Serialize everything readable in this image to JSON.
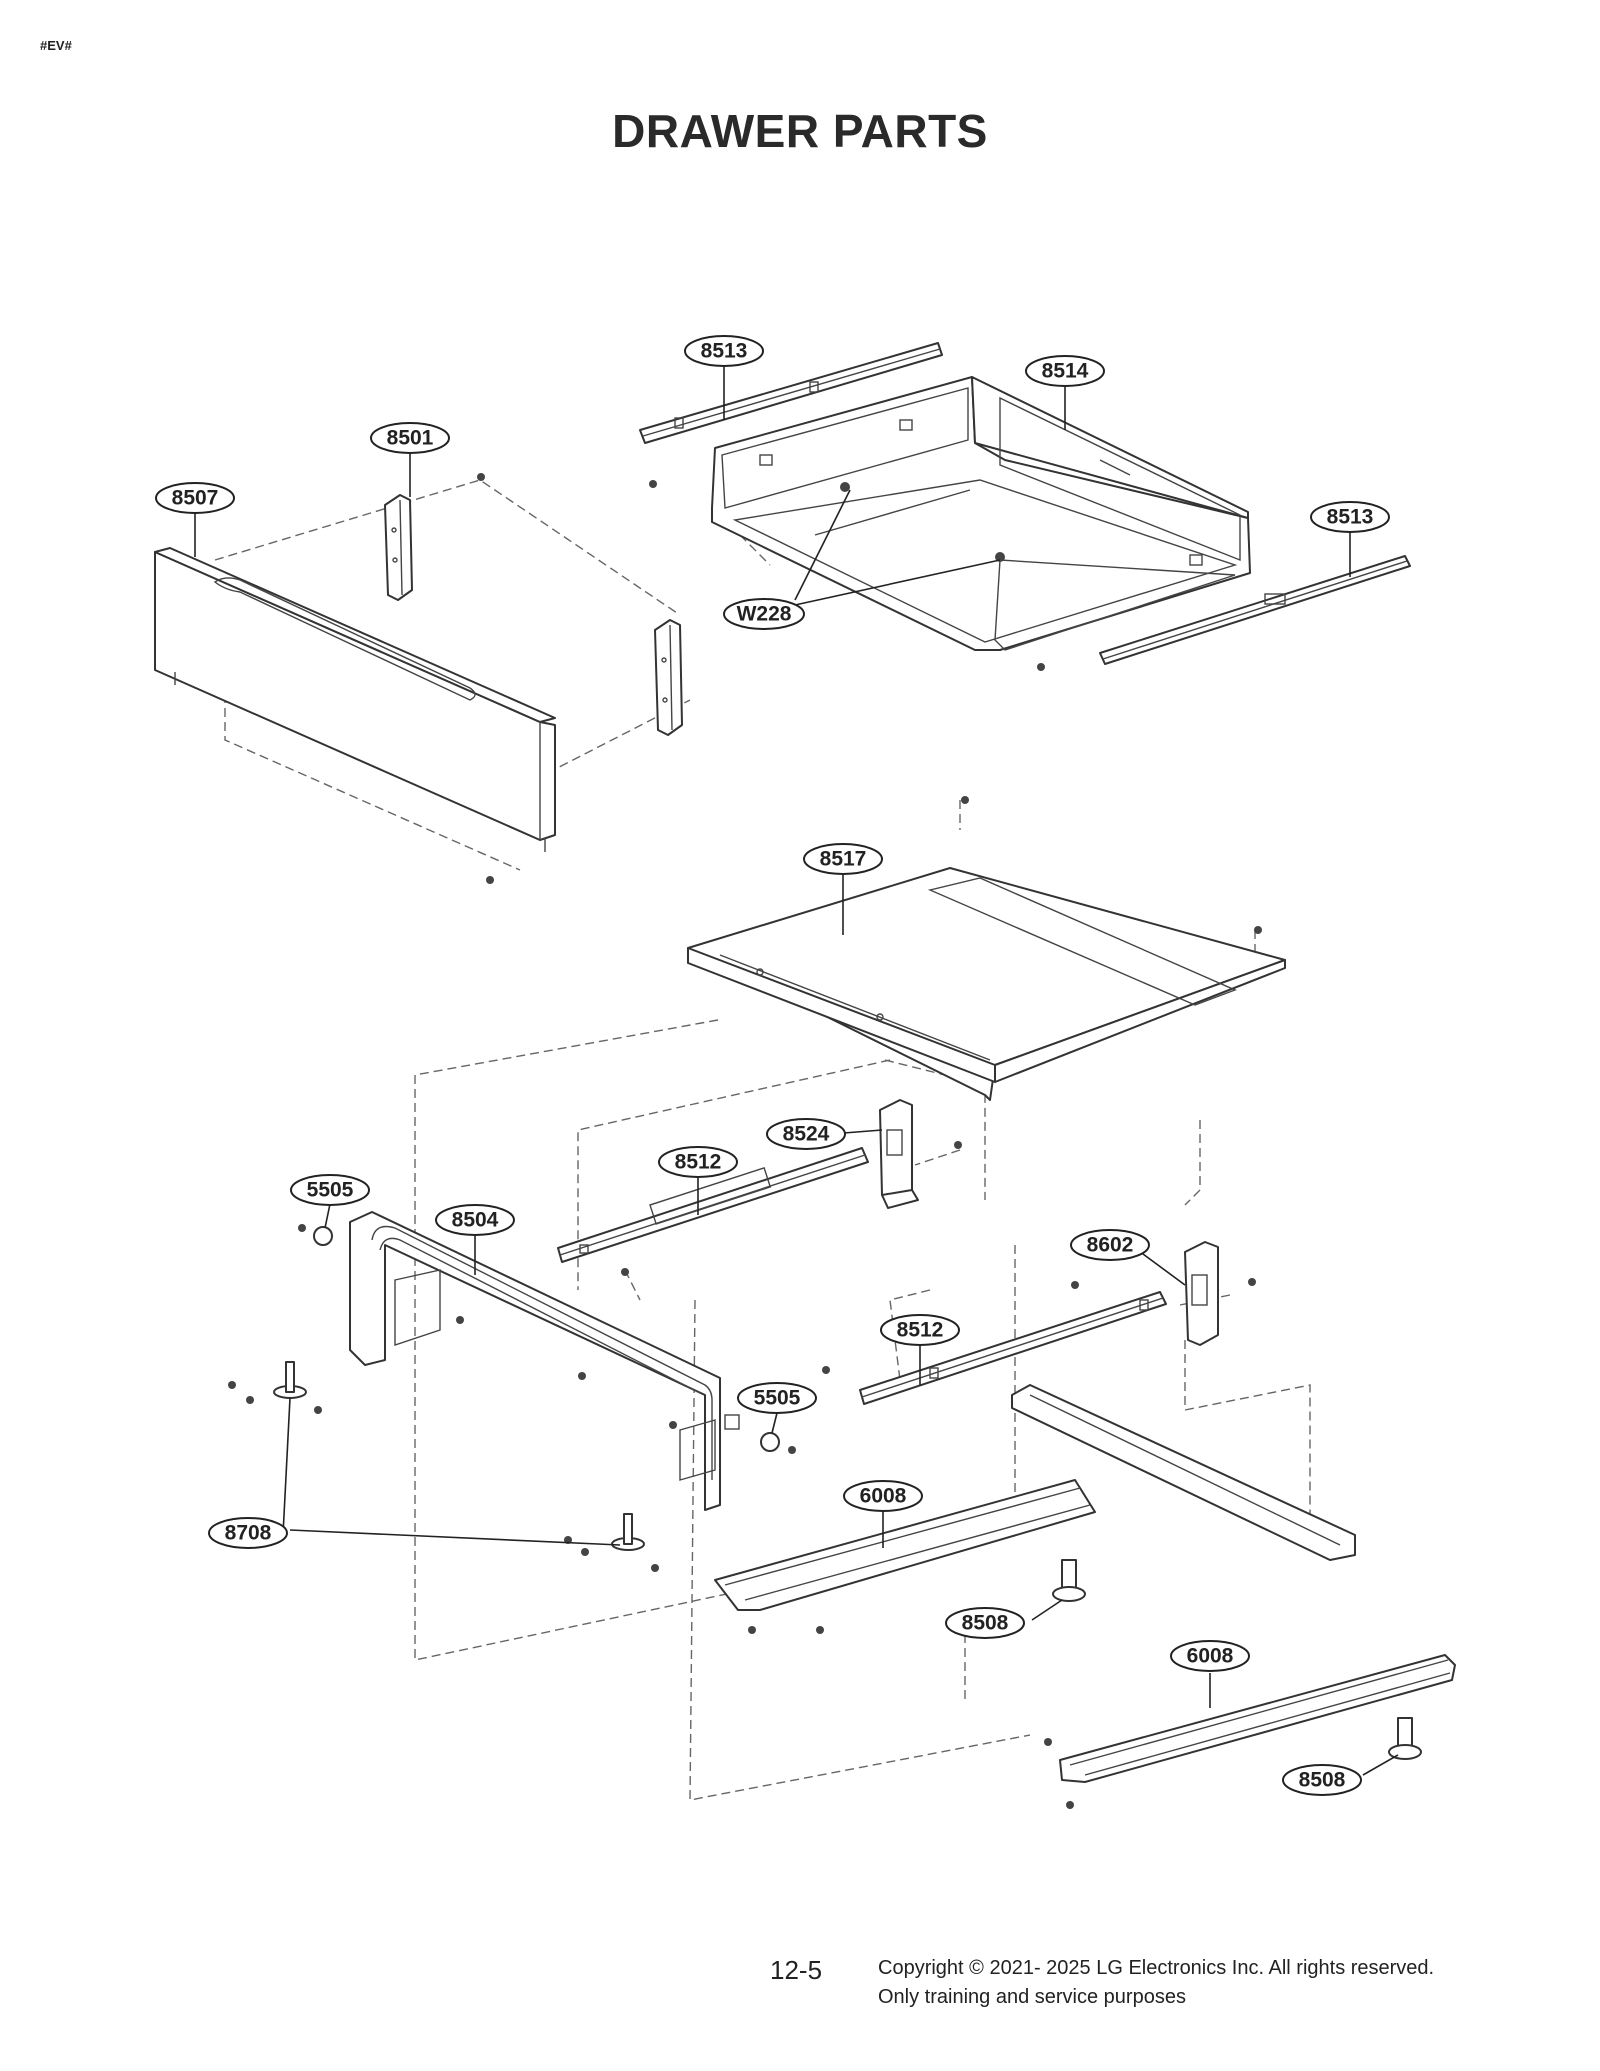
{
  "header": {
    "tag": "#EV#",
    "title": "DRAWER PARTS"
  },
  "callouts": [
    {
      "id": "c-8513a",
      "label": "8513"
    },
    {
      "id": "c-8514",
      "label": "8514"
    },
    {
      "id": "c-8501",
      "label": "8501"
    },
    {
      "id": "c-8507",
      "label": "8507"
    },
    {
      "id": "c-8513b",
      "label": "8513"
    },
    {
      "id": "c-w228",
      "label": "W228"
    },
    {
      "id": "c-8517",
      "label": "8517"
    },
    {
      "id": "c-8524",
      "label": "8524"
    },
    {
      "id": "c-8512a",
      "label": "8512"
    },
    {
      "id": "c-5505a",
      "label": "5505"
    },
    {
      "id": "c-8504",
      "label": "8504"
    },
    {
      "id": "c-8602",
      "label": "8602"
    },
    {
      "id": "c-8512b",
      "label": "8512"
    },
    {
      "id": "c-5505b",
      "label": "5505"
    },
    {
      "id": "c-6008a",
      "label": "6008"
    },
    {
      "id": "c-8708",
      "label": "8708"
    },
    {
      "id": "c-8508a",
      "label": "8508"
    },
    {
      "id": "c-6008b",
      "label": "6008"
    },
    {
      "id": "c-8508b",
      "label": "8508"
    }
  ],
  "footer": {
    "page_number": "12-5",
    "copyright": "Copyright © 2021- 2025 LG Electronics Inc. All rights reserved.",
    "notice": "Only training and service purposes"
  }
}
